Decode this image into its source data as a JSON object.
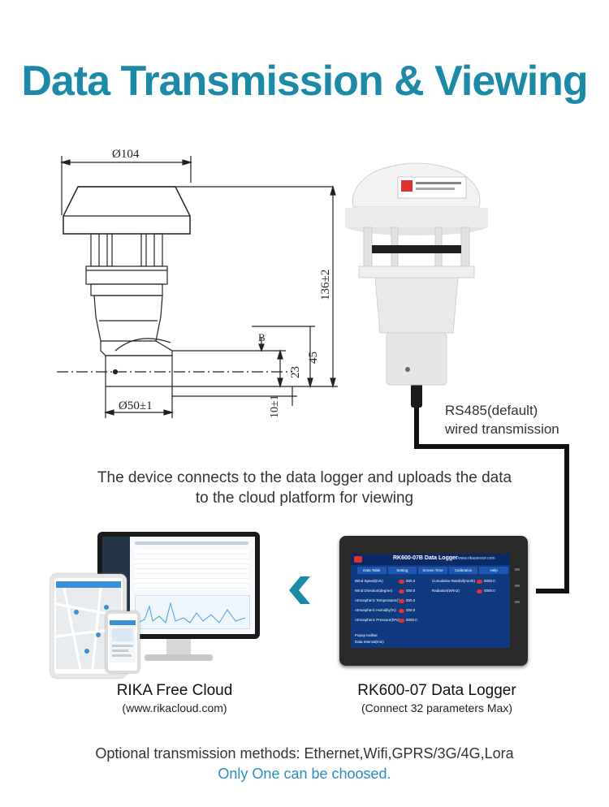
{
  "page": {
    "title": "Data Transmission & Viewing",
    "description_line1": "The device connects to the data logger and uploads the data",
    "description_line2": "to the cloud platform for viewing",
    "footer_line1": "Optional transmission methods: Ethernet,Wifi,GPRS/3G/4G,Lora",
    "footer_line2": "Only One can be choosed."
  },
  "drawing": {
    "dim_top": "Ø104",
    "dim_bottom": "Ø50±1",
    "dim_height": "136±2",
    "dim_45": "45",
    "dim_23": "23",
    "dim_10": "10±1",
    "label_b": "B"
  },
  "cable": {
    "label_line1": "RS485(default)",
    "label_line2": "wired transmission"
  },
  "cloud": {
    "name": "RIKA Free Cloud",
    "url": "(www.rikacloud.com)"
  },
  "logger": {
    "name": "RK600-07 Data Logger",
    "note": "(Connect 32 parameters Max)",
    "screen_title": "RK600-07B Data Logger",
    "screen_url": "www.rikasensor.com",
    "tabs": [
      "Data Table",
      "Setting",
      "Screen Time",
      "Calibration",
      "Help"
    ],
    "rows": [
      {
        "label": "Wind Speed(m/s)",
        "value": "000.0",
        "label2": "Cumulative Rainfall(mm/h)",
        "value2": "0000.0"
      },
      {
        "label": "Wind Direction(degree)",
        "value": "000.0",
        "label2": "Radiation(W/m2)",
        "value2": "0000.0"
      },
      {
        "label": "Atmospheric Temperature(°C)",
        "value": "000.0",
        "label2": "",
        "value2": ""
      },
      {
        "label": "Atmospheric Humidity(%)",
        "value": "000.0",
        "label2": "",
        "value2": ""
      },
      {
        "label": "Atmospheric Pressure(hPa)",
        "value": "0000.0",
        "label2": "",
        "value2": ""
      }
    ],
    "popup_label": "Popup toolbar",
    "data_interval": "Data Interval(min)"
  },
  "colors": {
    "accent": "#1a8aa8",
    "footer_accent": "#2a8fc0",
    "screen_bg": "#0f3a80",
    "cable": "#111111"
  },
  "icons": {
    "arrow": "chevron-left-icon"
  }
}
